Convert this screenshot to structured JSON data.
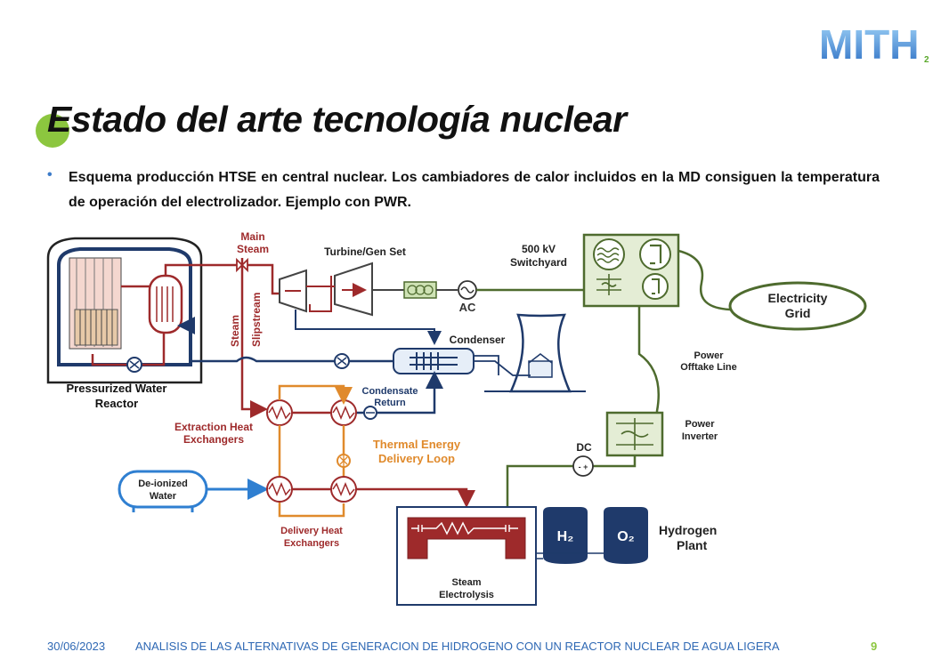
{
  "header": {
    "logo_text": "MITH",
    "logo_sub": "2"
  },
  "slide": {
    "title": "Estado del arte tecnología nuclear",
    "bullet": "Esquema producción HTSE en central nuclear. Los cambiadores de calor incluidos en la MD consiguen la temperatura de operación del electrolizador. Ejemplo con PWR."
  },
  "diagram": {
    "labels": {
      "reactor": [
        "Pressurized Water",
        "Reactor"
      ],
      "main_steam": [
        "Main",
        "Steam"
      ],
      "steam": "Steam",
      "slipstream": "Slipstream",
      "turbine": "Turbine/Gen Set",
      "switchyard": [
        "500 kV",
        "Switchyard"
      ],
      "ac": "AC",
      "grid": [
        "Electricity",
        "Grid"
      ],
      "condenser": "Condenser",
      "condensate": [
        "Condensate",
        "Return"
      ],
      "extraction": [
        "Extraction Heat",
        "Exchangers"
      ],
      "thermal_loop": [
        "Thermal Energy",
        "Delivery Loop"
      ],
      "offtake": [
        "Power",
        "Offtake Line"
      ],
      "inverter": [
        "Power",
        "Inverter"
      ],
      "dc": "DC",
      "dc_symbol": "- +",
      "deionized": [
        "De-ionized",
        "Water"
      ],
      "delivery_hx": [
        "Delivery Heat",
        "Exchangers"
      ],
      "electrolysis": [
        "Steam",
        "Electrolysis"
      ],
      "h2_tank": "H₂",
      "o2_tank": "O₂",
      "hydrogen_plant": [
        "Hydrogen",
        "Plant"
      ]
    },
    "colors": {
      "steam": "#9e2a2b",
      "feedwater": "#1f3a6b",
      "electric": "#4e6b2e",
      "thermal": "#e08a2c",
      "deionized": "#2f7fd1",
      "tank": "#1f3a6b",
      "electrolysis": "#9e2a2b"
    }
  },
  "footer": {
    "date": "30/06/2023",
    "text": "ANALISIS DE LAS ALTERNATIVAS DE GENERACION DE HIDROGENO CON UN REACTOR NUCLEAR DE AGUA LIGERA",
    "page": "9"
  }
}
